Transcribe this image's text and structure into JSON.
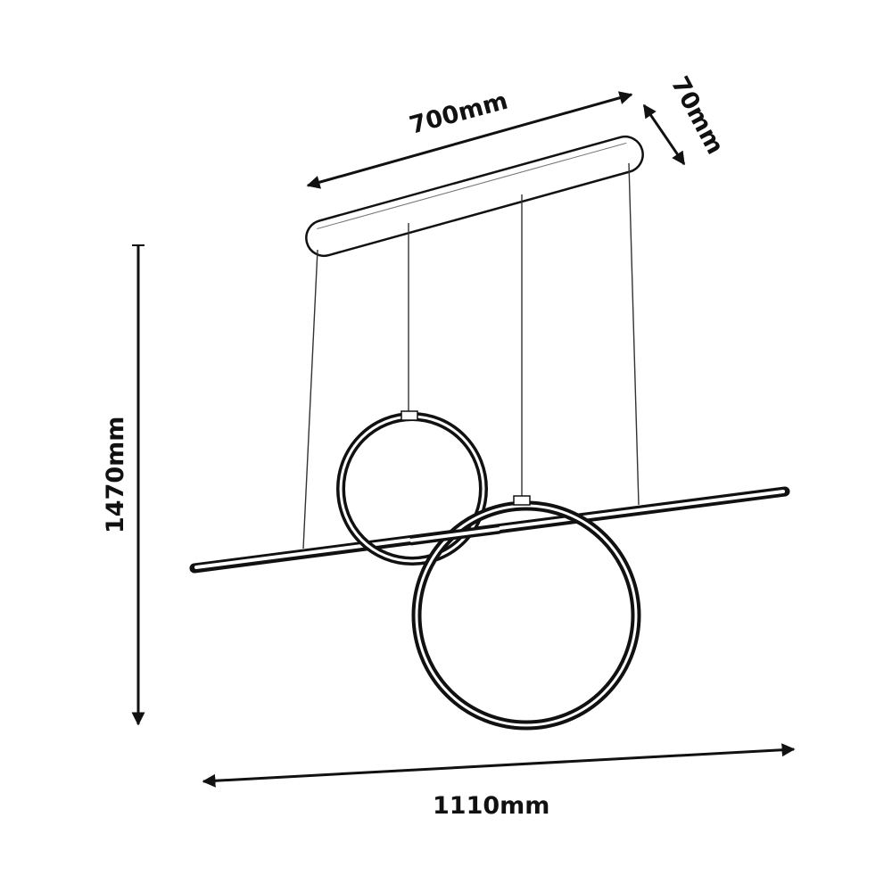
{
  "title": "Pendant lamp dimension drawing",
  "dimensions": {
    "canopy_length": "700mm",
    "canopy_width": "70mm",
    "total_height": "1470mm",
    "total_length": "1110mm"
  },
  "colors": {
    "line": "#111111",
    "background": "#ffffff"
  }
}
